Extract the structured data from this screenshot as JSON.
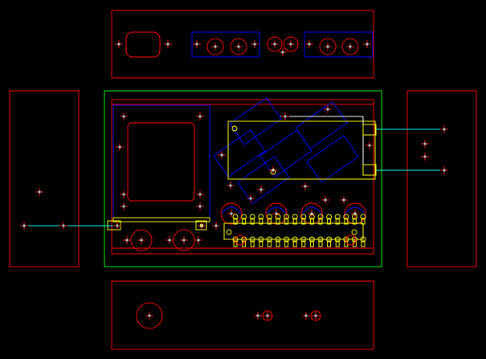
{
  "colors": {
    "background": "#000000",
    "outline": "#ff0000",
    "board_outline": "#00ff00",
    "component": "#0000ff",
    "pad": "#ffff00",
    "wire": "#00ffff",
    "marker": "#ffffff"
  },
  "views": [
    {
      "id": "top-view",
      "label": ""
    },
    {
      "id": "left-view",
      "label": ""
    },
    {
      "id": "main-view",
      "label": ""
    },
    {
      "id": "right-view",
      "label": ""
    },
    {
      "id": "bottom-view",
      "label": ""
    }
  ],
  "icons": {
    "origin_marker": "crosshair-icon",
    "pad": "pad-icon"
  }
}
